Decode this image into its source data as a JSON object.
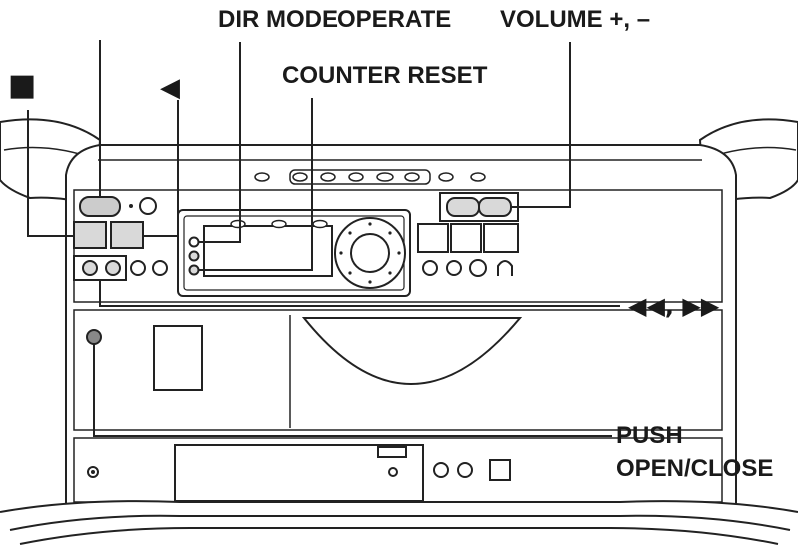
{
  "labels": {
    "dir_mode": "DIR MODE",
    "operate": "OPERATE",
    "volume": "VOLUME +, –",
    "counter_reset": "COUNTER RESET",
    "stop_symbol": "■",
    "reverse_symbol": "◀",
    "rewind_ff": "◀◀, ▶▶",
    "push": "PUSH",
    "open_close": "OPEN/CLOSE"
  },
  "icons": {
    "stop": "stop-icon",
    "reverse_play": "reverse-play-icon",
    "rewind": "rewind-icon",
    "fast_forward": "fast-forward-icon",
    "jog_dial": "jog-dial-icon"
  },
  "colors": {
    "line": "#222222",
    "button_fill": "#d9d9d9",
    "panel_fill": "#ffffff",
    "background": "#ffffff"
  }
}
